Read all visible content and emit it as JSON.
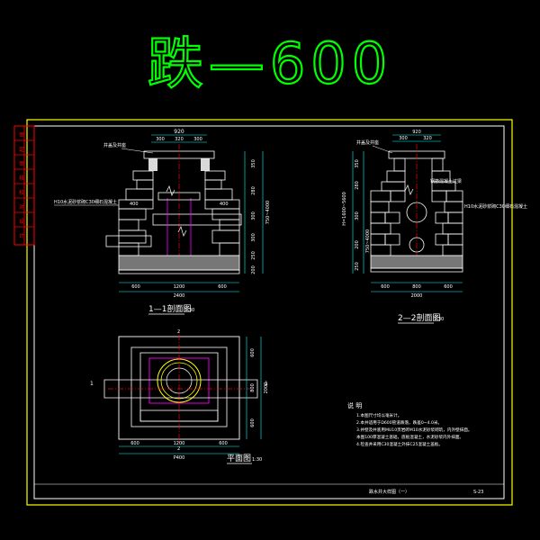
{
  "title": "跌—600",
  "section_1": {
    "caption": "1—1剖面图",
    "scale": "1:30",
    "dims": {
      "top_total": "920",
      "top_a": "300",
      "top_b": "320",
      "top_c": "300",
      "inner_a": "400",
      "inner_b": "400",
      "bottom_a": "600",
      "bottom_b": "1200",
      "bottom_c": "600",
      "bottom_total": "2400",
      "right_stack": [
        "350",
        "280",
        "300",
        "300",
        "250",
        "200"
      ],
      "right_total": "750~4000"
    },
    "note_left": "H10水泥砂浆砌C30细石混凝土"
  },
  "section_2": {
    "caption": "2—2剖面图",
    "scale": "1:30",
    "dims": {
      "top_total": "920",
      "top_a": "300",
      "top_b": "320",
      "bottom_a": "600",
      "bottom_b": "800",
      "bottom_c": "600",
      "bottom_total": "2000",
      "left_stack": [
        "350",
        "280",
        "300",
        "200",
        "250"
      ],
      "left_total": "H=1600~5600",
      "left_sub": "750~4000"
    },
    "note_right": "H10水泥砂浆砌C30细石混凝土",
    "note_top": "井盖及井座",
    "note_mid": "钢筋混凝土过梁"
  },
  "plan": {
    "caption": "平面图",
    "scale": "1:30",
    "dims": {
      "bottom_a": "600",
      "bottom_b": "1200",
      "bottom_c": "600",
      "bottom_total": "P400",
      "right_a": "600",
      "right_b": "800",
      "right_c": "600",
      "right_total": "2000"
    },
    "section_marks": [
      "1",
      "1",
      "2",
      "2"
    ]
  },
  "notes": {
    "heading": "说 明",
    "items": [
      "1.本图尺寸均以毫米计。",
      "2.本井适用于D600管道跌落，跌差0~4.0米。",
      "3.井壁及井底用MU10页岩砖M10水泥砂浆砌筑，内外壁抹面。",
      "  本图100厚混凝土基础，底板混凝土，水泥砂浆内外抹面。",
      "4.检查井采用C30混凝土外抹C25混凝土盖板。"
    ]
  },
  "footer": {
    "drawing_name": "跌水井大样图（一）",
    "sheet": "S-23"
  },
  "title_block": [
    "审",
    "定",
    "审",
    "核",
    "校",
    "对",
    "设",
    "计"
  ],
  "colors": {
    "background": "#000000",
    "frame": "#ffff00",
    "title": "#00ff00",
    "structure": "#ffffff",
    "hatch": "#cccccc",
    "red": "#ff0000",
    "magenta": "#ff00ff",
    "dim": "#00ffff"
  }
}
